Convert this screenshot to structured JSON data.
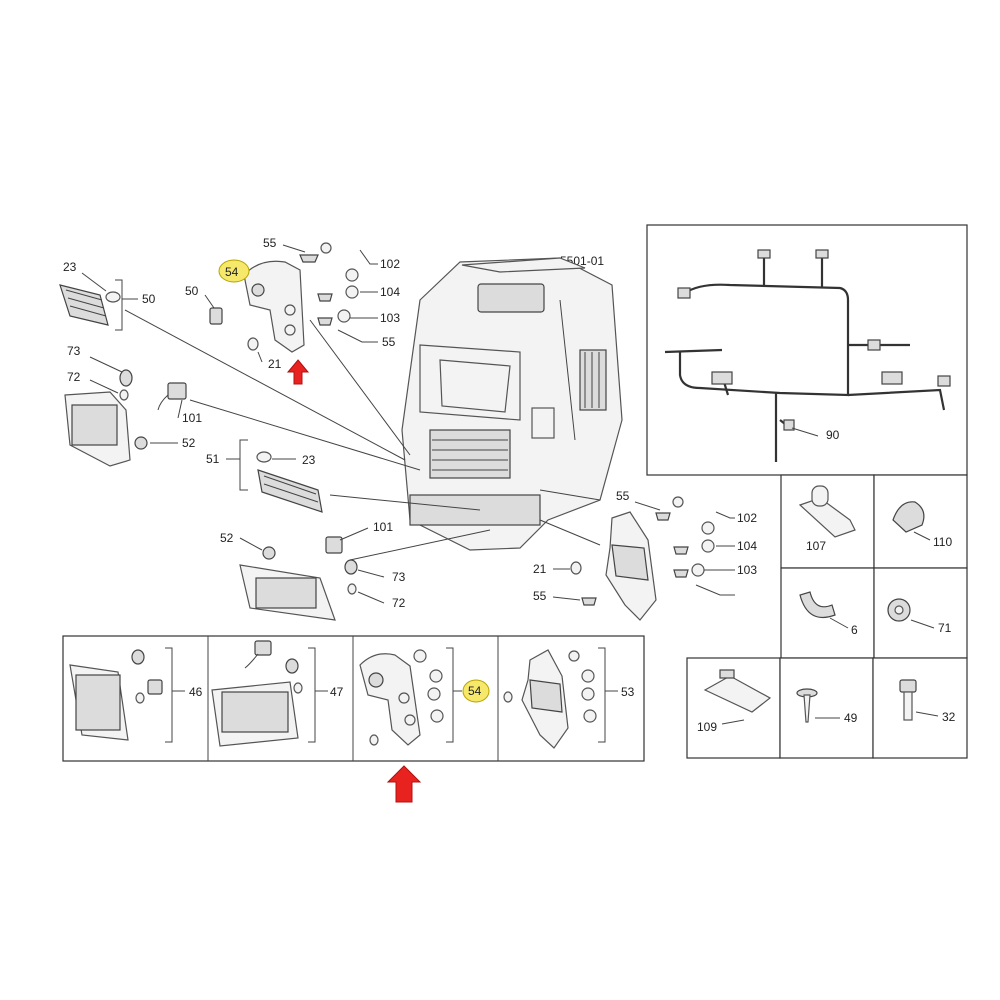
{
  "diagram": {
    "code": "5501-01",
    "highlight_color": "#f6e86a",
    "arrow_color": "#e8231f",
    "callouts_main": {
      "c23a": "23",
      "c50": "50",
      "c54a": "54",
      "c55a": "55",
      "c102a": "102",
      "c104a": "104",
      "c50b": "50",
      "c103a": "103",
      "c55b": "55",
      "c21a": "21",
      "c73a": "73",
      "c72a": "72",
      "c101a": "101",
      "c52a": "52",
      "c51": "51",
      "c23b": "23",
      "c101b": "101",
      "c52b": "52",
      "c73b": "73",
      "c72b": "72",
      "c55c": "55",
      "c102b": "102",
      "c104b": "104",
      "c21b": "21",
      "c103b": "103",
      "c55d": "55"
    },
    "callouts_harness": {
      "c90": "90"
    },
    "callouts_small": {
      "c107": "107",
      "c110": "110",
      "c6": "6",
      "c71": "71",
      "c109": "109",
      "c49": "49",
      "c32": "32"
    },
    "callouts_kits": {
      "c46": "46",
      "c47": "47",
      "c54b": "54",
      "c53": "53"
    }
  }
}
